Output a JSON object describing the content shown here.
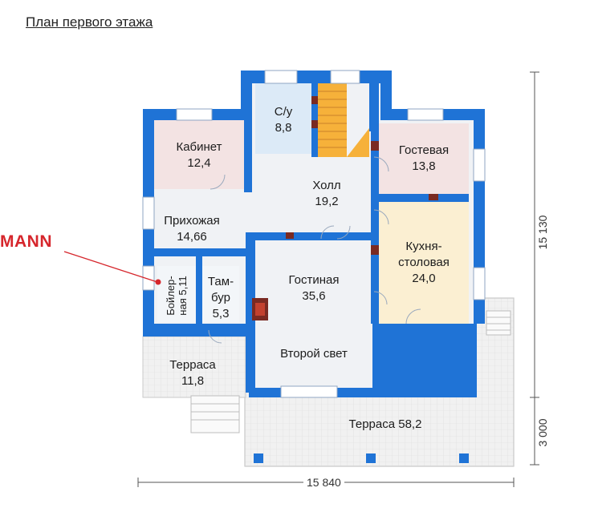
{
  "title": "План первого этажа",
  "brand_fragment": "MANN",
  "rooms": {
    "bathroom": {
      "name": "С/у",
      "area": "8,8"
    },
    "office": {
      "name": "Кабинет",
      "area": "12,4"
    },
    "guest": {
      "name": "Гостевая",
      "area": "13,8"
    },
    "hall": {
      "name": "Холл",
      "area": "19,2"
    },
    "entrance": {
      "name": "Прихожая",
      "area": "14,66"
    },
    "kitchen": {
      "name": "Кухня-",
      "name2": "столовая",
      "area": "24,0"
    },
    "boiler": {
      "name": "Бойлер-",
      "name2": "ная 5,11"
    },
    "vestibule": {
      "name": "Там-",
      "name2": "бур",
      "area": "5,3"
    },
    "living": {
      "name": "Гостиная",
      "area": "35,6",
      "note": "Второй свет"
    },
    "terrace_small": {
      "name": "Терраса",
      "area": "11,8"
    },
    "terrace_large": {
      "name": "Терраса 58,2"
    }
  },
  "dimensions": {
    "height_main": "15 130",
    "height_terrace": "3 000",
    "width": "15 840"
  },
  "colors": {
    "wall": "#1f73d6",
    "floor": "#f0f2f5",
    "office": "#f3e3e3",
    "guest": "#f3e3e3",
    "bathroom": "#dceaf7",
    "kitchen": "#fbefd2",
    "stairs": "#f6b13a",
    "terrace": "#eeeeee",
    "marker": "#d6262c"
  }
}
